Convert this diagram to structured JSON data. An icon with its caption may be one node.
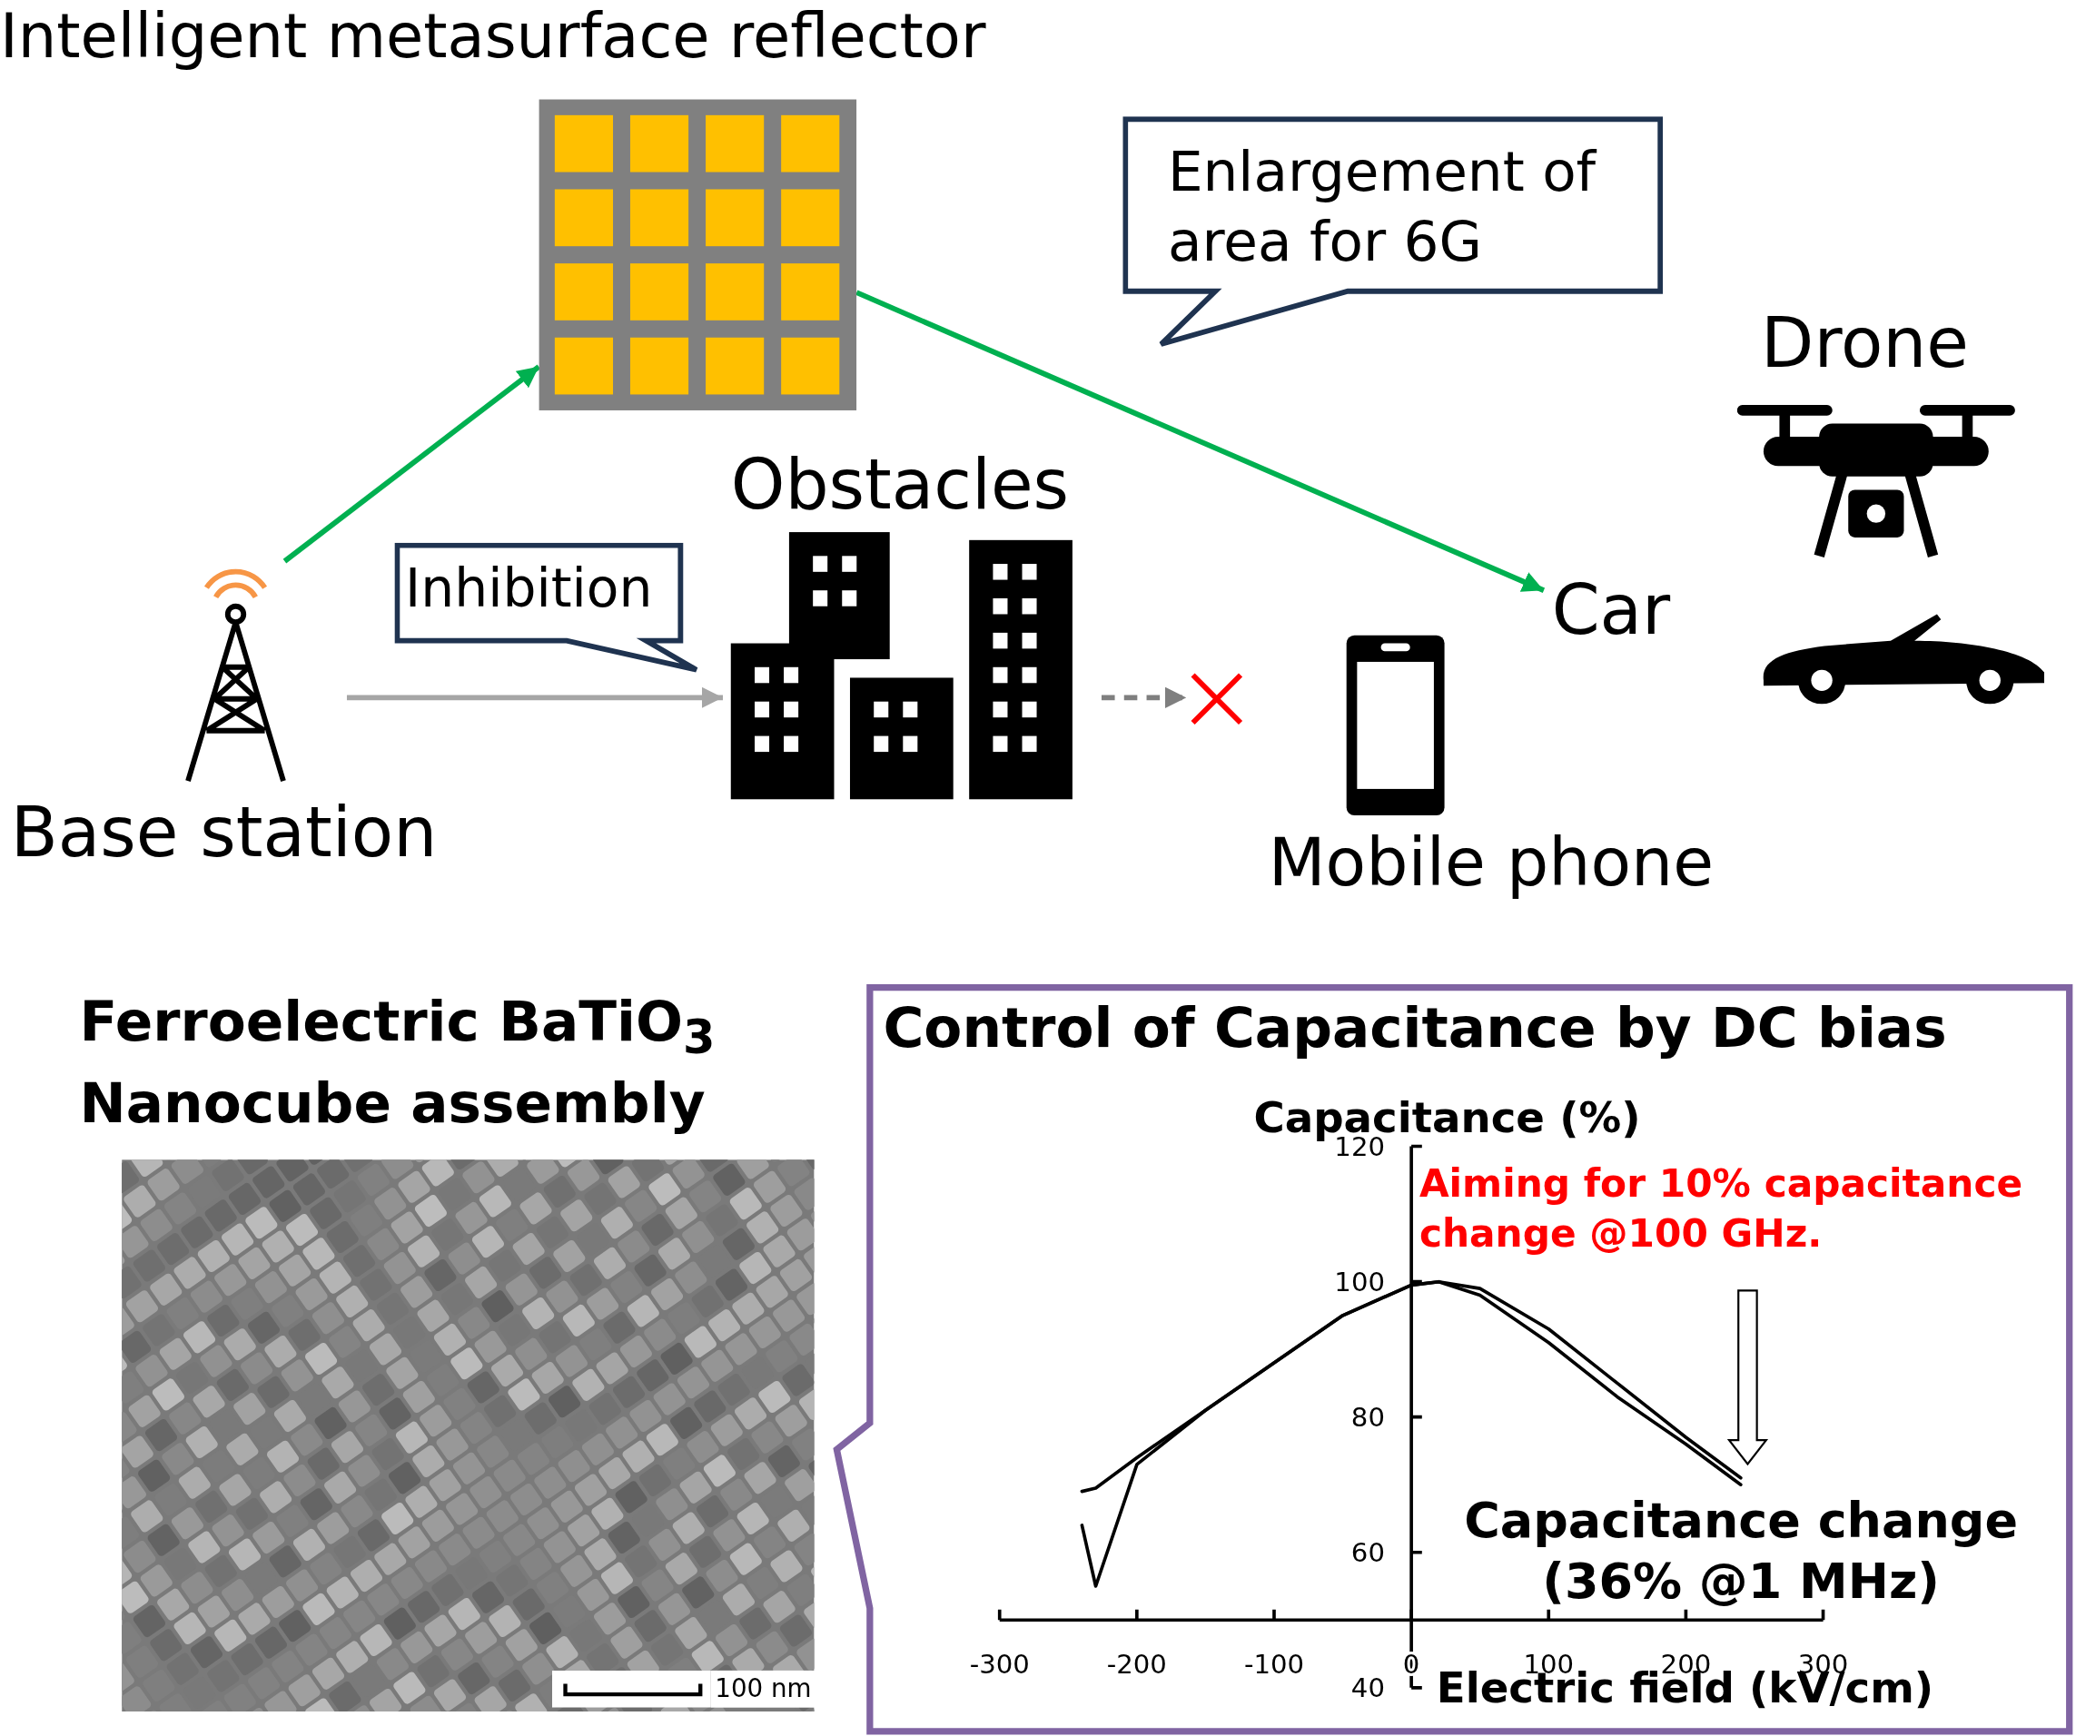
{
  "diagram": {
    "nodes": [
      {
        "text": [
          "Intelligent metasurface reflector"
        ]
      },
      {
        "text": [
          "Enlargement of area for 6G"
        ]
      },
      {
        "text": [
          "Drone"
        ]
      },
      {
        "text": [
          "Car"
        ]
      },
      {
        "text": [
          "Base station"
        ]
      },
      {
        "text": [
          "Inhibition"
        ]
      },
      {
        "text": [
          "Obstacles"
        ]
      },
      {
        "text": [
          "Mobile phone"
        ]
      },
      {
        "text": [],
        "shape": "cross"
      },
      {
        "text": [
          "Ferroelectric BaTiO$_{3}$ Nanocube assembly"
        ]
      },
      {
        "text": [
          "Control of Capacitance by DC bias"
        ]
      }
    ],
    "edges": [
      {
        "from": 4,
        "to": 0,
        "arrow": "to",
        "color": "#00b050"
      },
      {
        "from": 0,
        "to": 3,
        "arrow": "to",
        "color": "#00b050"
      },
      {
        "from": 4,
        "to": 6,
        "arrow": "to",
        "color": "#a6a6a6"
      },
      {
        "from": 6,
        "to": 8,
        "arrow": "to",
        "style": "dashed",
        "color": "#7f7f7f"
      }
    ],
    "labels": [
      "100 nm"
    ],
    "chart_data": {
      "type": "line",
      "xlabel": "Electric field (kV/cm)",
      "ylabel": "Capacitance (%)",
      "x": [
        -240,
        -230,
        -200,
        -150,
        -100,
        -50,
        0,
        20,
        50,
        100,
        150,
        200,
        240
      ],
      "series": [
        {
          "color": "#000000",
          "values": [
            69,
            69.5,
            74,
            81,
            88,
            95,
            99.5,
            100,
            98,
            91,
            83,
            76,
            70
          ]
        },
        {
          "color": "#000000",
          "values": [
            64,
            55,
            73,
            81,
            88,
            95,
            99.5,
            100,
            99,
            93,
            85,
            77,
            71
          ]
        }
      ],
      "xlim": [
        -300,
        300
      ],
      "ylim": [
        40,
        120
      ],
      "xticks": [
        -300,
        -200,
        -100,
        0,
        100,
        200,
        300
      ],
      "yticks": [
        40,
        60,
        80,
        100,
        120
      ],
      "annotations": [
        "Aiming for 10% capacitance change @100 GHz.",
        "Capacitance change (36% @1 MHz)"
      ]
    }
  }
}
